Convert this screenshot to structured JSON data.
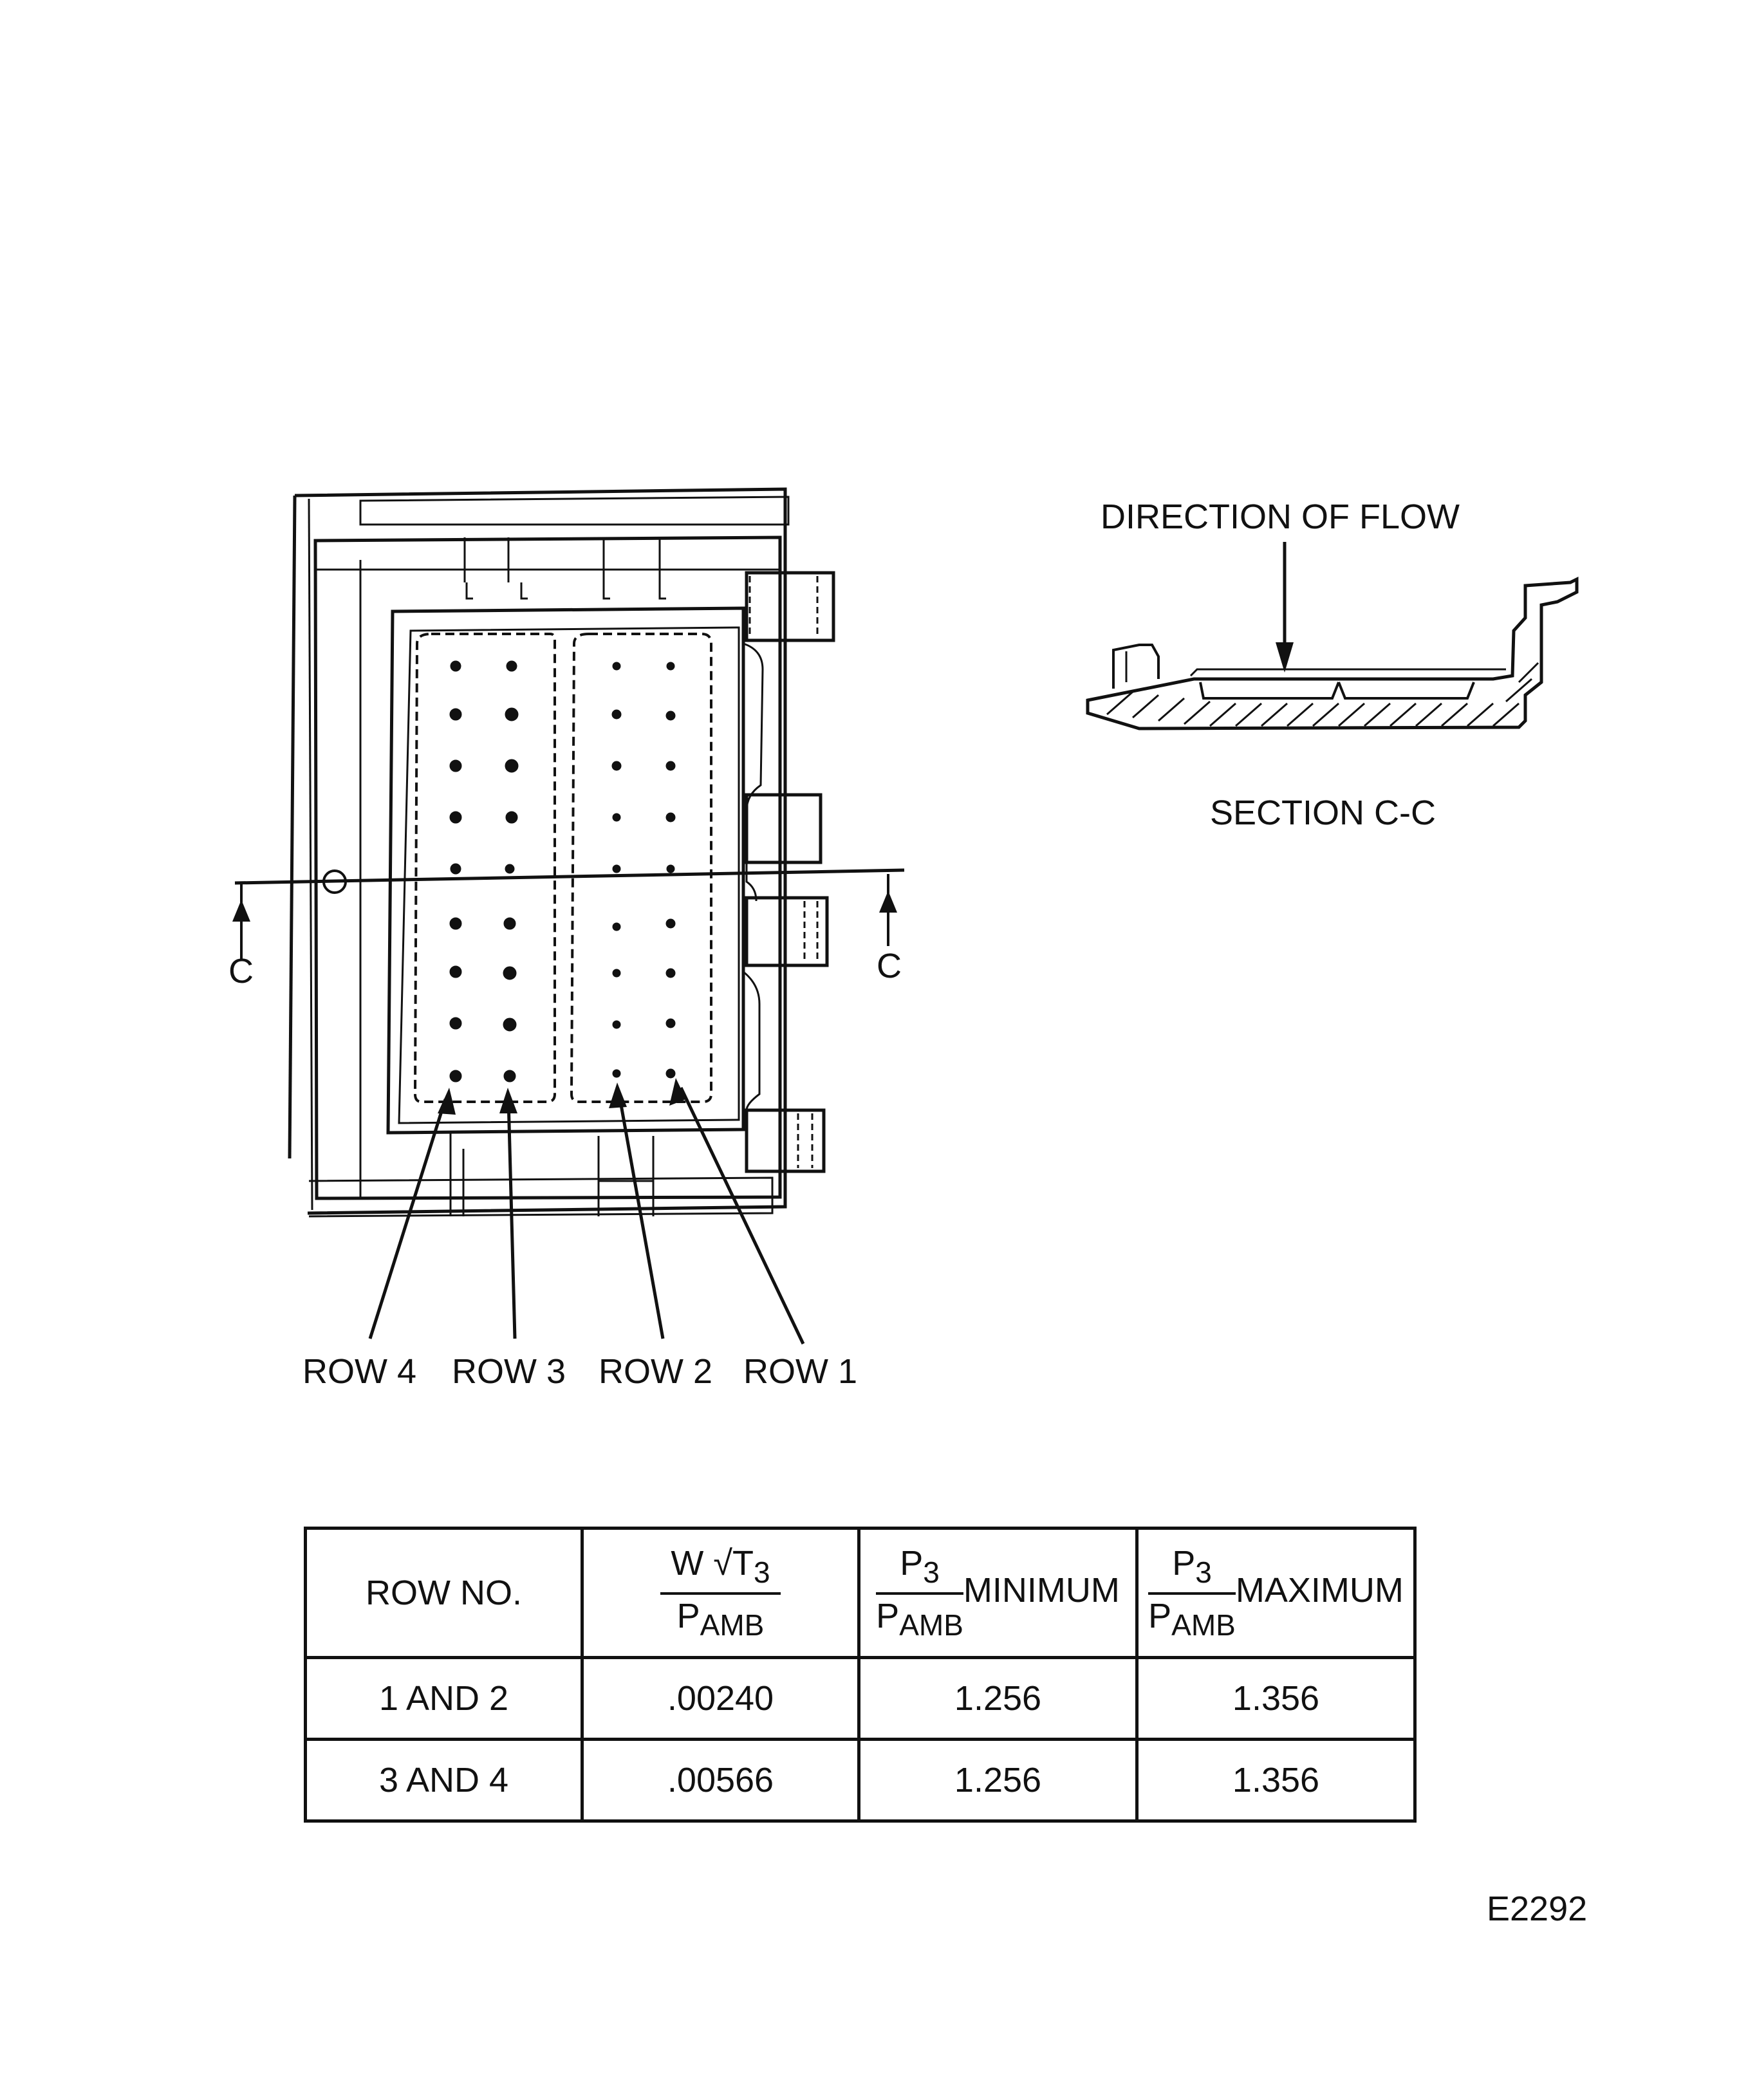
{
  "labels": {
    "direction_of_flow": "DIRECTION OF FLOW",
    "section": "SECTION C-C",
    "c_left": "C",
    "c_right": "C",
    "row4": "ROW 4",
    "row3": "ROW 3",
    "row2": "ROW 2",
    "row1": "ROW 1",
    "figure_id": "E2292"
  },
  "table": {
    "header": {
      "row_no": "ROW NO.",
      "flow_num": "W √T",
      "flow_num_sub": "3",
      "flow_den": "P",
      "flow_den_sub": "AMB",
      "min_num": "P",
      "min_num_sub": "3",
      "min_den": "P",
      "min_den_sub": "AMB",
      "min_word": "MINIMUM",
      "max_num": "P",
      "max_num_sub": "3",
      "max_den": "P",
      "max_den_sub": "AMB",
      "max_word": "MAXIMUM"
    },
    "rows": [
      {
        "row": "1 AND 2",
        "flow": ".00240",
        "min": "1.256",
        "max": "1.356"
      },
      {
        "row": "3 AND 4",
        "flow": ".00566",
        "min": "1.256",
        "max": "1.356"
      }
    ]
  }
}
